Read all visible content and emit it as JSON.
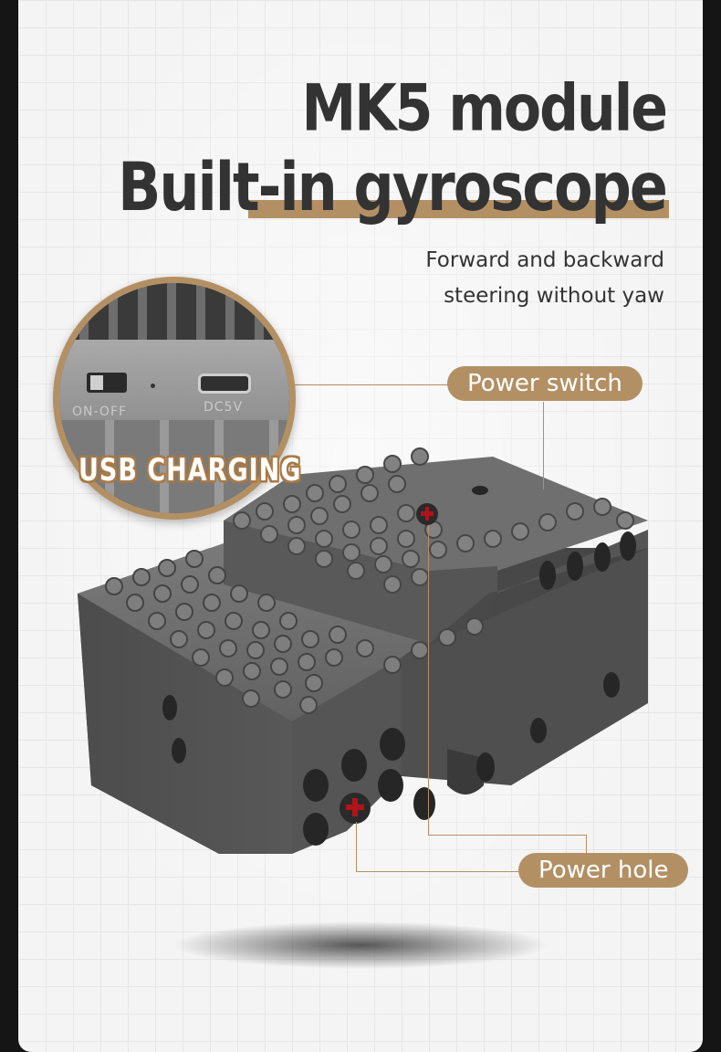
{
  "heading": {
    "line1": "MK5 module",
    "line2": "Built-in gyroscope"
  },
  "subheading": {
    "line1": "Forward and backward",
    "line2": "steering without yaw"
  },
  "zoom_inset": {
    "switch_label": "ON-OFF",
    "port_label": "DC5V",
    "banner": "USB CHARGING"
  },
  "callouts": {
    "power_switch": "Power switch",
    "power_hole": "Power hole"
  },
  "colors": {
    "accent": "#b39064",
    "heading": "#333333",
    "module_body": "#5e5e5e",
    "axle_hole": "#b0141a"
  }
}
